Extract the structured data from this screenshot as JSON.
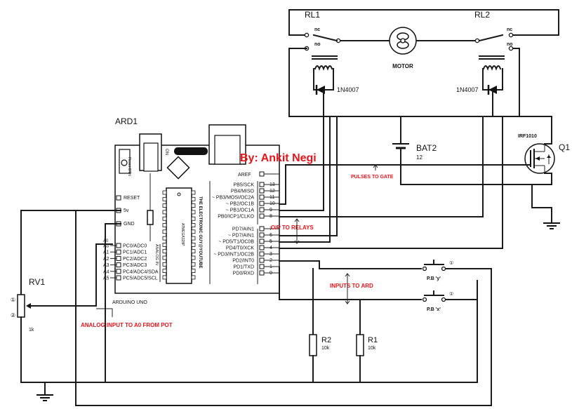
{
  "labels": {
    "ard": "ARD1",
    "rl1": "RL1",
    "rl2": "RL2",
    "nc": "nc",
    "no": "no",
    "motor": "MOTOR",
    "diode": "1N4007",
    "bat": "BAT2",
    "bat_val": "12",
    "mosfet": "IRF1010",
    "q": "Q1",
    "rv": "RV1",
    "rv_val": "1k",
    "r1": "R1",
    "r2": "R2",
    "r_val": "10k",
    "pby": "P.B 'y'",
    "pbx": "P.B 'x'",
    "arduino_uno": "ARDUINO UNO",
    "aref": "AREF",
    "reset": "RESET",
    "v5": "5v",
    "gnd": "GND",
    "reset_btn": "Reset BTN",
    "on": "ON",
    "analog_in": "ANALOG IN",
    "chip": "ATMEGA328P",
    "brand": "THE ELECTRONIC GUY@YOUTUBE",
    "a0": "A0",
    "pot_one": "①",
    "pot_two": "②",
    "pb_sym": "①"
  },
  "annotations": {
    "author": "By: Ankit Negi",
    "pulses": "PULSES TO GATE",
    "relays": "O/P TO RELAYS",
    "inputs": "INPUTS TO ARD",
    "analog": "ANALOG INPUT TO A0 FROM POT"
  },
  "digital_pins": [
    {
      "name": "PB5/SCK",
      "num": "13"
    },
    {
      "name": "PB4/MISO",
      "num": "12"
    },
    {
      "name": "~ PB3/MOSI/OC2A",
      "num": "11"
    },
    {
      "name": "~ PB2/OC1B",
      "num": "10"
    },
    {
      "name": "~ PB1/OC1A",
      "num": "9"
    },
    {
      "name": "PB0/ICP1/CLKO",
      "num": "8"
    },
    {
      "name": "PD7/AIN1",
      "num": "7"
    },
    {
      "name": "~ PD7/AIN1",
      "num": "6"
    },
    {
      "name": "~ PD5/T1/OC0B",
      "num": "5"
    },
    {
      "name": "PD4/T0/XCK",
      "num": "4"
    },
    {
      "name": "~ PD3/INT1/OC2B",
      "num": "3"
    },
    {
      "name": "PD2/INT0",
      "num": "2"
    },
    {
      "name": "PD1/TXD",
      "num": "1"
    },
    {
      "name": "PD0/RXD",
      "num": "0"
    }
  ],
  "analog_pins": [
    {
      "name": "PC0/ADC0",
      "num": "A0"
    },
    {
      "name": "PC1/ADC1",
      "num": "A1"
    },
    {
      "name": "PC2/ADC2",
      "num": "A2"
    },
    {
      "name": "PC3/ADC3",
      "num": "A3"
    },
    {
      "name": "PC4/ADC4/SDA",
      "num": "A4"
    },
    {
      "name": "PC5/ADC5/SCL",
      "num": "A5"
    }
  ]
}
